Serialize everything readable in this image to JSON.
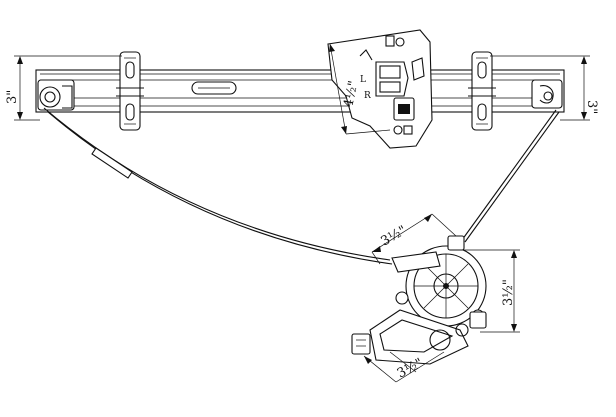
{
  "dimensions": {
    "rail_height_left": "3\"",
    "rail_height_right": "3\"",
    "bracket_height": "4½\"",
    "motor_span": "3½\"",
    "motor_height": "3½\"",
    "motor_width": "3½\""
  },
  "bracket_marks": {
    "mark_l": "L",
    "mark_r": "R"
  }
}
